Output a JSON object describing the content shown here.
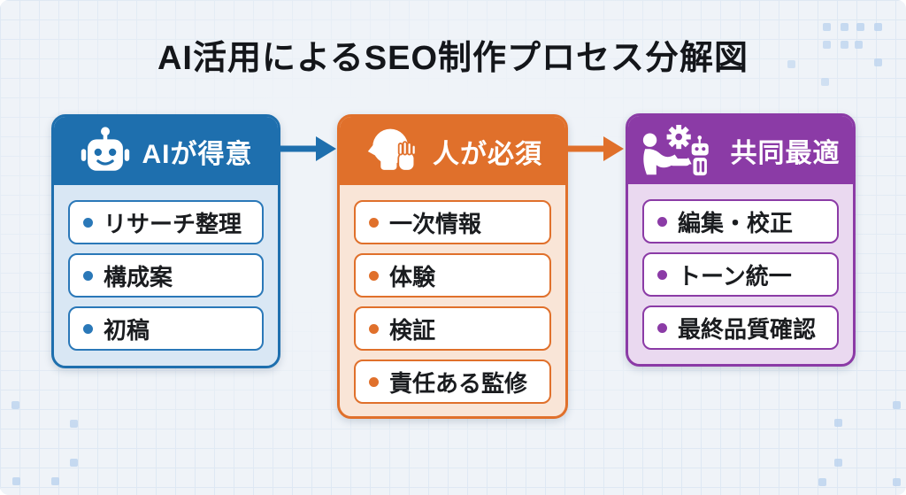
{
  "title": "AI活用によるSEO制作プロセス分解図",
  "columns": [
    {
      "header": "AIが得意",
      "icon": "robot-icon",
      "accent_color": "#1e6fae",
      "body_color": "#d9e7f4",
      "items": [
        "リサーチ整理",
        "構成案",
        "初稿"
      ]
    },
    {
      "header": "人が必須",
      "icon": "person-listening-icon",
      "accent_color": "#e0702b",
      "body_color": "#f9e5d7",
      "items": [
        "一次情報",
        "体験",
        "検証",
        "責任ある監修"
      ]
    },
    {
      "header": "共同最適",
      "icon": "human-robot-handshake-icon",
      "accent_color": "#8b3ba6",
      "body_color": "#ead9f0",
      "items": [
        "編集・校正",
        "トーン統一",
        "最終品質確認"
      ]
    }
  ],
  "arrows": [
    {
      "direction": "right",
      "color": "#1e6fae"
    },
    {
      "direction": "right",
      "color": "#e0702b"
    }
  ]
}
